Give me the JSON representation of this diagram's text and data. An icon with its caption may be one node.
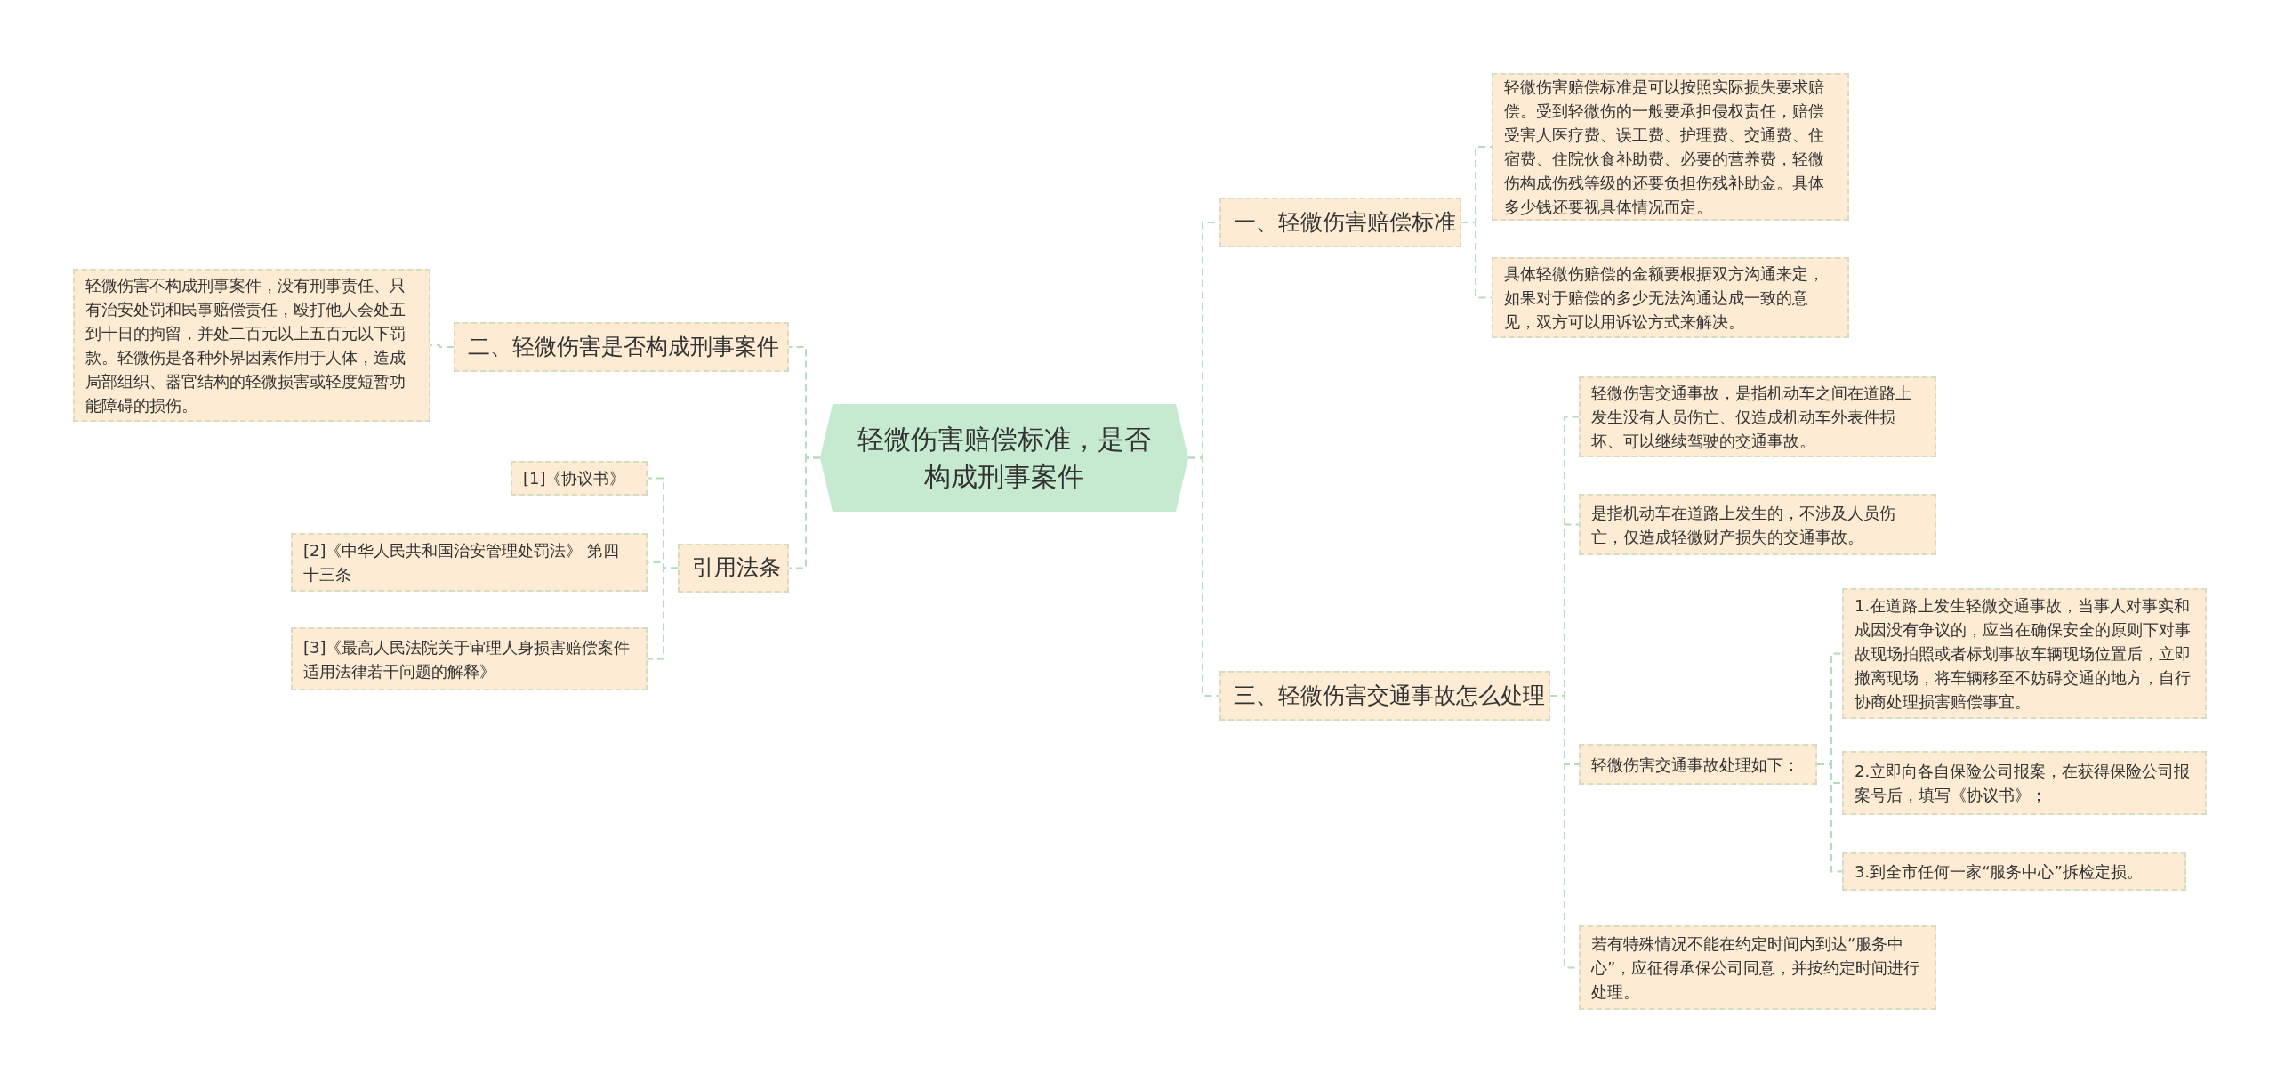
{
  "diagram": {
    "nodes": [
      {
        "text": [
          "轻微伤害赔偿标准，是否构成刑事案件"
        ]
      },
      {
        "text": [
          "一、轻微伤害赔偿标准"
        ]
      },
      {
        "text": [
          "轻微伤害赔偿标准是可以按照实际损失要求赔偿。受到轻微伤的一般要承担侵权责任，赔偿受害人医疗费、误工费、护理费、交通费、住宿费、住院伙食补助费、必要的营养费，轻微伤构成伤残等级的还要负担伤残补助金。具体多少钱还要视具体情况而定。"
        ]
      },
      {
        "text": [
          "具体轻微伤赔偿的金额要根据双方沟通来定，如果对于赔偿的多少无法沟通达成一致的意见，双方可以用诉讼方式来解决。"
        ]
      },
      {
        "text": [
          "二、轻微伤害是否构成刑事案件"
        ]
      },
      {
        "text": [
          "轻微伤害不构成刑事案件，没有刑事责任、只有治安处罚和民事赔偿责任，殴打他人会处五到十日的拘留，并处二百元以上五百元以下罚款。轻微伤是各种外界因素作用于人体，造成局部组织、器官结构的轻微损害或轻度短暂功能障碍的损伤。"
        ]
      },
      {
        "text": [
          "引用法条"
        ]
      },
      {
        "text": [
          "[1]《协议书》"
        ]
      },
      {
        "text": [
          "[2]《中华人民共和国治安管理处罚法》 第四十三条"
        ]
      },
      {
        "text": [
          "[3]《最高人民法院关于审理人身损害赔偿案件适用法律若干问题的解释》"
        ]
      },
      {
        "text": [
          "三、轻微伤害交通事故怎么处理"
        ]
      },
      {
        "text": [
          "轻微伤害交通事故，是指机动车之间在道路上发生没有人员伤亡、仅造成机动车外表件损坏、可以继续驾驶的交通事故。"
        ]
      },
      {
        "text": [
          "是指机动车在道路上发生的，不涉及人员伤亡，仅造成轻微财产损失的交通事故。"
        ]
      },
      {
        "text": [
          "轻微伤害交通事故处理如下："
        ]
      },
      {
        "text": [
          "1.在道路上发生轻微交通事故，当事人对事实和成因没有争议的，应当在确保安全的原则下对事故现场拍照或者标划事故车辆现场位置后，立即撤离现场，将车辆移至不妨碍交通的地方，自行协商处理损害赔偿事宜。"
        ]
      },
      {
        "text": [
          "2.立即向各自保险公司报案，在获得保险公司报案号后，填写《协议书》；"
        ]
      },
      {
        "text": [
          "3.到全市任何一家“服务中心”拆检定损。"
        ]
      },
      {
        "text": [
          "若有特殊情况不能在约定时间内到达“服务中心”，应征得承保公司同意，并按约定时间进行处理。"
        ]
      }
    ],
    "edges": [
      {
        "from": 0,
        "to": 1,
        "arrow": "none",
        "style": "dashed"
      },
      {
        "from": 1,
        "to": 2,
        "arrow": "none",
        "style": "dashed"
      },
      {
        "from": 1,
        "to": 3,
        "arrow": "none",
        "style": "dashed"
      },
      {
        "from": 0,
        "to": 4,
        "arrow": "none",
        "style": "dashed"
      },
      {
        "from": 4,
        "to": 5,
        "arrow": "none",
        "style": "dashed"
      },
      {
        "from": 0,
        "to": 6,
        "arrow": "none",
        "style": "dashed"
      },
      {
        "from": 6,
        "to": 7,
        "arrow": "none",
        "style": "dashed"
      },
      {
        "from": 6,
        "to": 8,
        "arrow": "none",
        "style": "dashed"
      },
      {
        "from": 6,
        "to": 9,
        "arrow": "none",
        "style": "dashed"
      },
      {
        "from": 0,
        "to": 10,
        "arrow": "none",
        "style": "dashed"
      },
      {
        "from": 10,
        "to": 11,
        "arrow": "none",
        "style": "dashed"
      },
      {
        "from": 10,
        "to": 12,
        "arrow": "none",
        "style": "dashed"
      },
      {
        "from": 10,
        "to": 13,
        "arrow": "none",
        "style": "dashed"
      },
      {
        "from": 13,
        "to": 14,
        "arrow": "none",
        "style": "dashed"
      },
      {
        "from": 13,
        "to": 15,
        "arrow": "none",
        "style": "dashed"
      },
      {
        "from": 13,
        "to": 16,
        "arrow": "none",
        "style": "dashed"
      },
      {
        "from": 10,
        "to": 17,
        "arrow": "none",
        "style": "dashed"
      }
    ]
  }
}
